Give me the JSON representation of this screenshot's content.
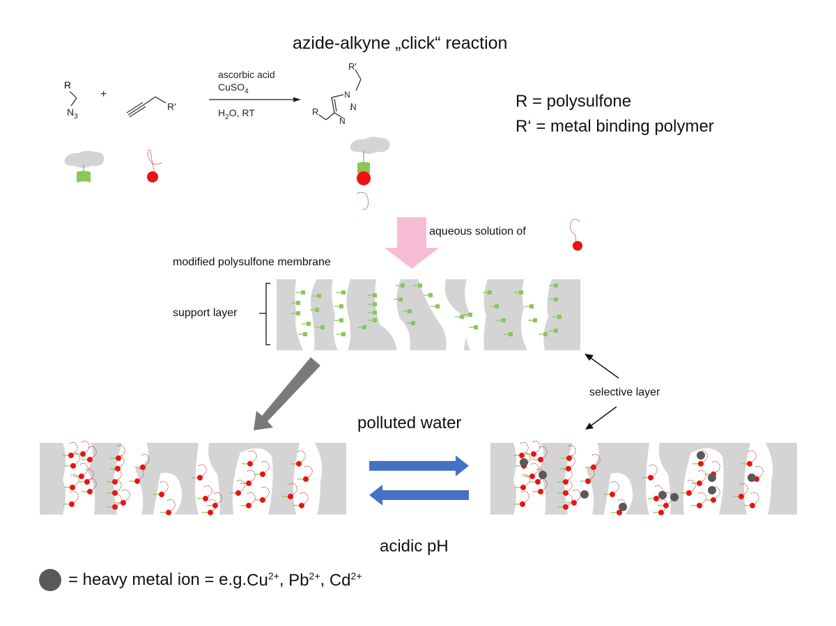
{
  "title": "azide-alkyne „click“ reaction",
  "reaction": {
    "reactant1": {
      "r_label": "R",
      "group": "N",
      "group_sub": "3"
    },
    "plus": "+",
    "reactant2": {
      "r_label": "R'"
    },
    "conditions_top": [
      "ascorbic acid",
      "CuSO",
      "4"
    ],
    "conditions_bottom": {
      "h": "H",
      "sub": "2",
      "rest": "O, RT"
    },
    "product": {
      "r_label": "R",
      "r_prime_label": "R'",
      "n_labels": [
        "N",
        "N",
        "N"
      ]
    }
  },
  "definitions": [
    "R = polysulfone",
    "R‘ = metal binding polymer"
  ],
  "labels": {
    "aqueous_solution": "aqueous solution of",
    "modified_membrane": "modified polysulfone membrane",
    "support_layer": "support layer",
    "selective_layer": "selective layer",
    "polluted_water": "polluted water",
    "acidic_ph": "acidic pH"
  },
  "legend": {
    "text": "= heavy metal ion = e.g. Cu",
    "ions": [
      {
        "symbol": "Cu",
        "charge": "2+"
      },
      {
        "symbol": "Pb",
        "charge": "2+"
      },
      {
        "symbol": "Cd",
        "charge": "2+"
      }
    ],
    "prefix": "= heavy metal ion = e.g. "
  },
  "colors": {
    "membrane_gray": "#d4d4d4",
    "linker_green": "#8cc65a",
    "binder_red": "#ee1111",
    "chain_red": "#b05050",
    "metal_ion": "#595959",
    "pink_arrow": "#f6bcd6",
    "gray_arrow": "#7a7a7a",
    "blue_arrow": "#4472c4"
  }
}
